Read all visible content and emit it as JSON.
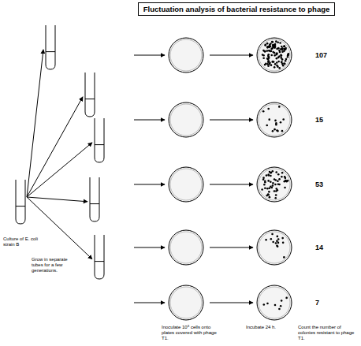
{
  "diagram": {
    "title": "Fluctuation analysis of bacterial resistance to phage",
    "labels": [
      "107",
      "15",
      "53",
      "14",
      "7",
      "Culture of E. coli strain B",
      "Grow in separate tubes for a few generations.",
      "Inoculate 10⁸ cells onto plates covered with phage T1.",
      "Incubate 24 h.",
      "Count the number of colonies resistant to phage T1."
    ]
  }
}
